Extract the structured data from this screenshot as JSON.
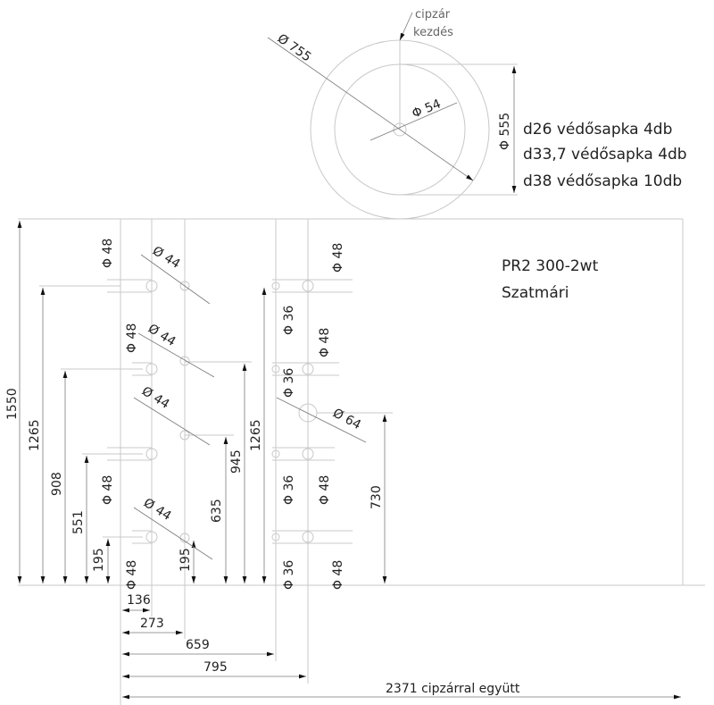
{
  "top_view": {
    "outer_dia": "Ø 755",
    "inner_dia": "Φ 555",
    "center_dia": "Φ 54",
    "zipper_note_line1": "cipzár",
    "zipper_note_line2": "kezdés"
  },
  "caps": [
    "d26 védősapka  4db",
    "d33,7 védősapka 4db",
    "d38 védősapka  10db"
  ],
  "title": {
    "line1": "PR2 300-2wt",
    "line2": "Szatmári"
  },
  "vertical_dims": {
    "h1550": "1550",
    "h1265a": "1265",
    "h908": "908",
    "h551": "551",
    "h195a": "195",
    "h195b": "195",
    "h635": "635",
    "h945": "945",
    "h1265b": "1265",
    "h730": "730"
  },
  "horizontal_dims": {
    "w136": "136",
    "w273": "273",
    "w659": "659",
    "w795": "795",
    "w2371": "2371 cipzárral együtt"
  },
  "hole_labels": {
    "d48": "Φ 48",
    "d44": "Ø 44",
    "d36": "Φ 36",
    "d64": "Ø 64"
  }
}
